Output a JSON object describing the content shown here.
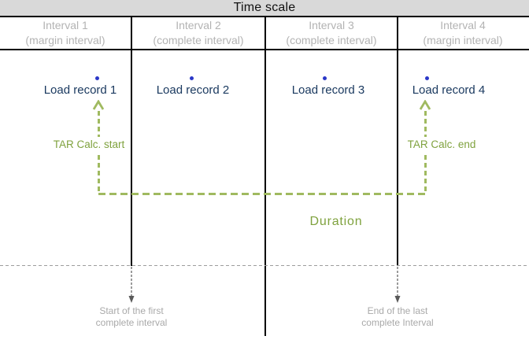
{
  "header": {
    "title": "Time scale"
  },
  "intervals": [
    {
      "name": "Interval 1",
      "type": "(margin interval)"
    },
    {
      "name": "Interval 2",
      "type": "(complete interval)"
    },
    {
      "name": "Interval 3",
      "type": "(complete interval)"
    },
    {
      "name": "Interval 4",
      "type": "(margin interval)"
    }
  ],
  "records": [
    {
      "label": "Load record 1"
    },
    {
      "label": "Load record 2"
    },
    {
      "label": "Load record 3"
    },
    {
      "label": "Load record 4"
    }
  ],
  "tar": {
    "start_label": "TAR Calc. start",
    "end_label": "TAR Calc. end",
    "duration_label": "Duration"
  },
  "markers": {
    "start": {
      "line1": "Start of the first",
      "line2": "complete interval"
    },
    "end": {
      "line1": "End of the last",
      "line2": "complete Interval"
    }
  },
  "colors": {
    "header_bg": "#d9d9d9",
    "header_text": "#111111",
    "interval_text": "#b3b3b3",
    "record_text": "#1b3a60",
    "record_dot": "#2b38c8",
    "green_line": "#a0ba60",
    "green_text": "#7fa23e",
    "caption_text": "#a9a9a9",
    "gray_dash": "#9d9d9d",
    "gray_arrow": "#595959",
    "grid_line": "#000000"
  }
}
